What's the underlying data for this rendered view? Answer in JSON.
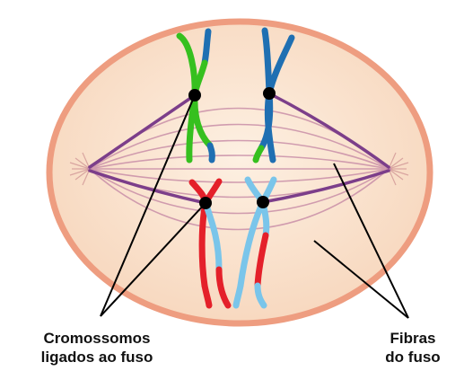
{
  "labels": {
    "chromosomes_line1": "Cromossomos",
    "chromosomes_line2": "ligados ao fuso",
    "fibers_line1": "Fibras",
    "fibers_line2": "do fuso"
  },
  "colors": {
    "cell_fill": "#fbe4cf",
    "cell_border": "#ee9d80",
    "spindle_fiber": "#c98fa8",
    "kinetochore_fiber": "#7c3e8a",
    "chromatid_green": "#36c01f",
    "chromatid_blue": "#1f6fb2",
    "chromatid_red": "#e4202a",
    "chromatid_light_blue": "#7ac5ea",
    "centromere": "#000000",
    "pointer_line": "#000000"
  }
}
